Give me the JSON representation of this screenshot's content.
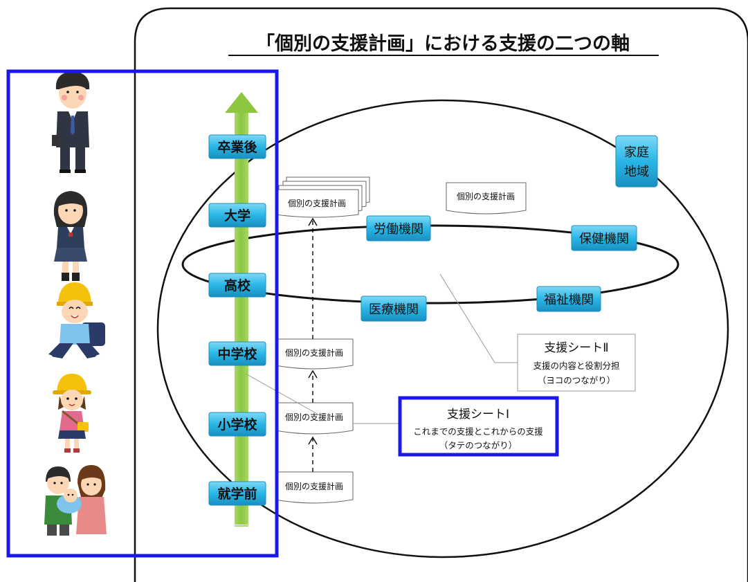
{
  "title": "「個別の支援計画」における支援の二つの軸",
  "stages": [
    "卒業後",
    "大学",
    "高校",
    "中学校",
    "小学校",
    "就学前"
  ],
  "organizations": {
    "family": [
      "家庭",
      "地域"
    ],
    "labor": "労働機関",
    "health": "保健機関",
    "medical": "医療機関",
    "welfare": "福祉機関"
  },
  "plan_doc_label": "個別の支援計画",
  "sheet1": {
    "title": "支援シートⅠ",
    "line1": "これまでの支援とこれからの支援",
    "line2": "（タテのつながり）"
  },
  "sheet2": {
    "title": "支援シートⅡ",
    "line1": "支援の内容と役割分担",
    "line2": "（ヨコのつながり）"
  },
  "people_icons": [
    "adult-man-icon",
    "high-school-girl-icon",
    "elementary-boy-icon",
    "elementary-girl-icon",
    "parents-with-baby-icon"
  ],
  "colors": {
    "stage_box": "#29b6e6",
    "org_box": "#29b6e6",
    "arrow": "#8dc63f",
    "highlight": "#1a1ae6"
  }
}
